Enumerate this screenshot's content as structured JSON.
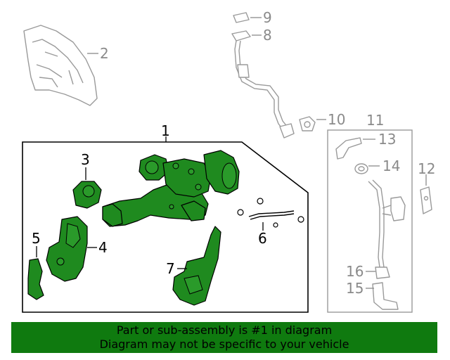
{
  "diagram": {
    "callouts": {
      "c1": "1",
      "c2": "2",
      "c3": "3",
      "c4": "4",
      "c5": "5",
      "c6": "6",
      "c7": "7",
      "c8": "8",
      "c9": "9",
      "c10": "10",
      "c11": "11",
      "c12": "12",
      "c13": "13",
      "c14": "14",
      "c15": "15",
      "c16": "16"
    },
    "colors": {
      "highlight": "#1f8a1f",
      "banner": "#0f7a0f",
      "ghost": "#9a9a9a"
    }
  },
  "banner": {
    "line1": "Part or sub-assembly is #1 in diagram",
    "line2": "Diagram may not be specific to your vehicle"
  }
}
